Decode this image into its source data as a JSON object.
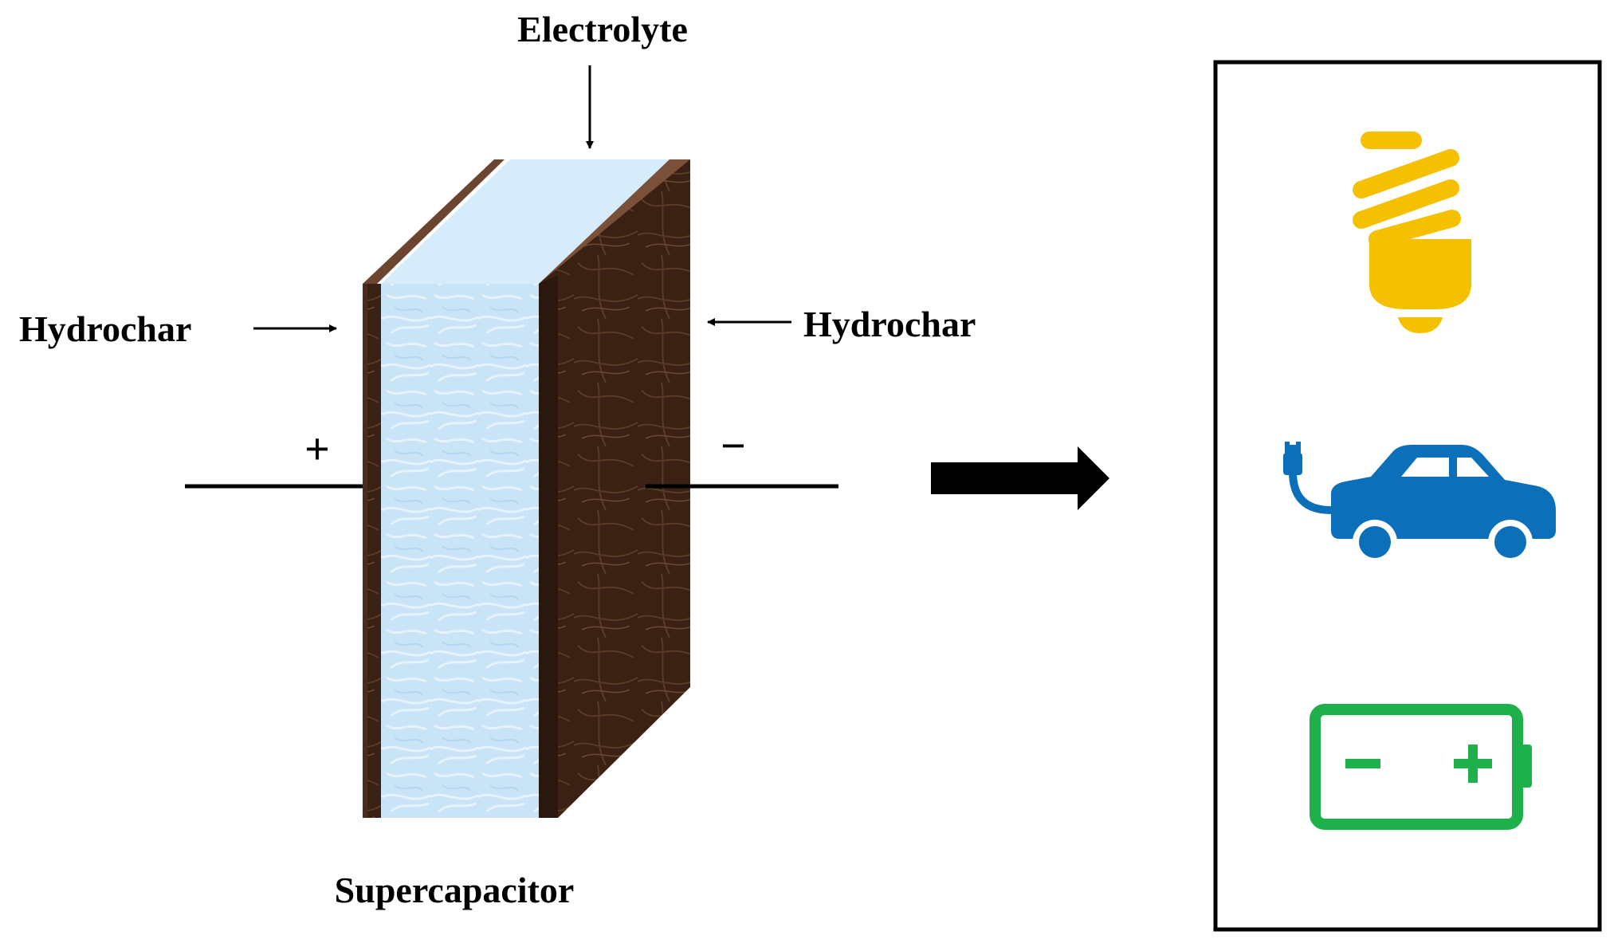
{
  "labels": {
    "electrolyte": "Electrolyte",
    "hydrochar_left": "Hydrochar",
    "hydrochar_right": "Hydrochar",
    "plus": "+",
    "minus": "−",
    "supercapacitor": "Supercapacitor"
  },
  "applications": [
    {
      "icon": "light-bulb-icon",
      "color": "#F5C000"
    },
    {
      "icon": "electric-car-icon",
      "color": "#0B6FBA"
    },
    {
      "icon": "battery-icon",
      "color": "#1DB04B"
    }
  ],
  "colors": {
    "electrolyte": "#C9E4F6",
    "hydrochar_front": "#3E2516",
    "hydrochar_edge": "#6B4530",
    "text": "#000000"
  }
}
